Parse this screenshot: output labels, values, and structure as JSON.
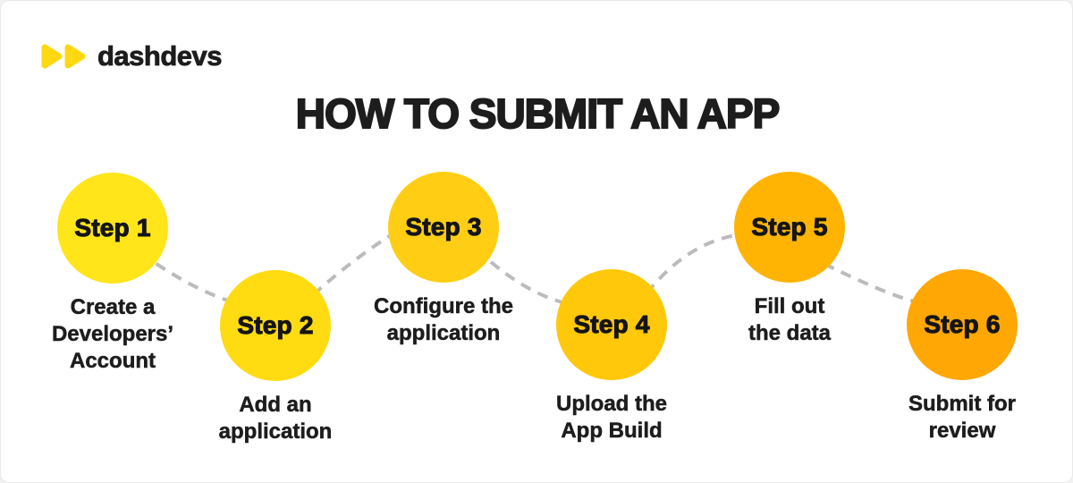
{
  "logo": {
    "text": "dashdevs",
    "icon": "double-play-icon",
    "icon_color": "#FFD814"
  },
  "title": "HOW TO SUBMIT AN APP",
  "connector": {
    "style": "dashed",
    "color": "#BBBBBB"
  },
  "text_color": "#1D1D1D",
  "steps": [
    {
      "label": "Step 1",
      "caption_lines": [
        "Create a",
        "Developers’",
        "Account"
      ],
      "color": "#FFE51A"
    },
    {
      "label": "Step 2",
      "caption_lines": [
        "Add an",
        "application"
      ],
      "color": "#FFDB12"
    },
    {
      "label": "Step 3",
      "caption_lines": [
        "Configure the",
        "application"
      ],
      "color": "#FFCE14"
    },
    {
      "label": "Step 4",
      "caption_lines": [
        "Upload the",
        "App Build"
      ],
      "color": "#FFC80A"
    },
    {
      "label": "Step 5",
      "caption_lines": [
        "Fill out",
        "the data"
      ],
      "color": "#FFB403"
    },
    {
      "label": "Step 6",
      "caption_lines": [
        "Submit for",
        "review"
      ],
      "color": "#FFA705"
    }
  ]
}
